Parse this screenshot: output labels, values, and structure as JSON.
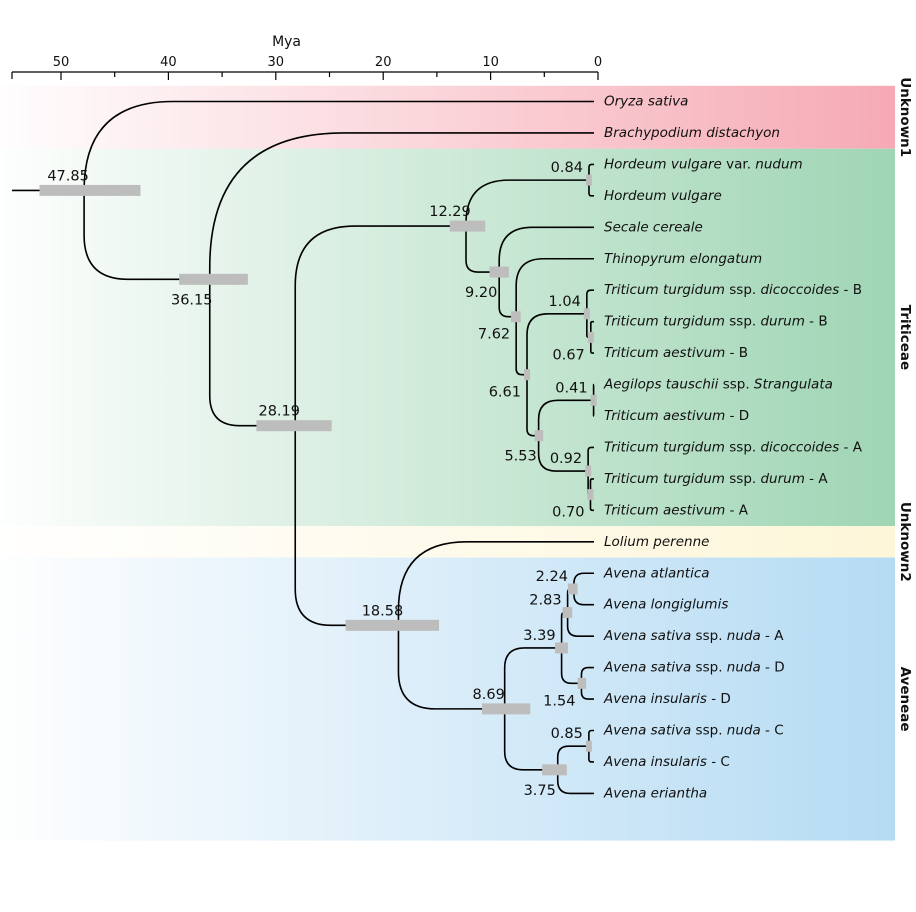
{
  "axis": {
    "title": "Mya",
    "ticks": [
      50,
      40,
      30,
      20,
      10,
      0
    ],
    "min": 0,
    "max": 54.6
  },
  "groups": [
    {
      "label": "Unknown1",
      "color": "#f6aab4",
      "fromTip": 0,
      "toTip": 1
    },
    {
      "label": "Triticeae",
      "color": "#9fd5b4",
      "fromTip": 2,
      "toTip": 13
    },
    {
      "label": "Unknown2",
      "color": "#fdf6d8",
      "fromTip": 14,
      "toTip": 14
    },
    {
      "label": "Aveneae",
      "color": "#b5dbf3",
      "fromTip": 15,
      "toTip": 23
    }
  ],
  "tips": [
    {
      "id": "t0",
      "label": [
        {
          "t": "Oryza sativa",
          "i": true
        }
      ]
    },
    {
      "id": "t1",
      "label": [
        {
          "t": "Brachypodium distachyon",
          "i": true
        }
      ]
    },
    {
      "id": "t2",
      "label": [
        {
          "t": "Hordeum vulgare",
          "i": true
        },
        {
          "t": " var. ",
          "i": false
        },
        {
          "t": "nudum",
          "i": true
        }
      ]
    },
    {
      "id": "t3",
      "label": [
        {
          "t": "Hordeum vulgare",
          "i": true
        }
      ]
    },
    {
      "id": "t4",
      "label": [
        {
          "t": "Secale cereale",
          "i": true
        }
      ]
    },
    {
      "id": "t5",
      "label": [
        {
          "t": "Thinopyrum elongatum",
          "i": true
        }
      ]
    },
    {
      "id": "t6",
      "label": [
        {
          "t": "Triticum turgidum",
          "i": true
        },
        {
          "t": " ssp. ",
          "i": false
        },
        {
          "t": "dicoccoides",
          "i": true
        },
        {
          "t": " - B",
          "i": false
        }
      ]
    },
    {
      "id": "t7",
      "label": [
        {
          "t": "Triticum turgidum",
          "i": true
        },
        {
          "t": " ssp. ",
          "i": false
        },
        {
          "t": "durum",
          "i": true
        },
        {
          "t": " - B",
          "i": false
        }
      ]
    },
    {
      "id": "t8",
      "label": [
        {
          "t": "Triticum aestivum",
          "i": true
        },
        {
          "t": " - B",
          "i": false
        }
      ]
    },
    {
      "id": "t9",
      "label": [
        {
          "t": "Aegilops tauschii",
          "i": true
        },
        {
          "t": " ssp. ",
          "i": false
        },
        {
          "t": "Strangulata",
          "i": true
        }
      ]
    },
    {
      "id": "t10",
      "label": [
        {
          "t": "Triticum aestivum",
          "i": true
        },
        {
          "t": " - D",
          "i": false
        }
      ]
    },
    {
      "id": "t11",
      "label": [
        {
          "t": "Triticum turgidum",
          "i": true
        },
        {
          "t": " ssp. ",
          "i": false
        },
        {
          "t": "dicoccoides",
          "i": true
        },
        {
          "t": " - A",
          "i": false
        }
      ]
    },
    {
      "id": "t12",
      "label": [
        {
          "t": "Triticum turgidum",
          "i": true
        },
        {
          "t": " ssp. ",
          "i": false
        },
        {
          "t": "durum",
          "i": true
        },
        {
          "t": " - A",
          "i": false
        }
      ]
    },
    {
      "id": "t13",
      "label": [
        {
          "t": "Triticum aestivum",
          "i": true
        },
        {
          "t": " - A",
          "i": false
        }
      ]
    },
    {
      "id": "t14",
      "label": [
        {
          "t": "Lolium perenne",
          "i": true
        }
      ]
    },
    {
      "id": "t15",
      "label": [
        {
          "t": "Avena atlantica",
          "i": true
        }
      ]
    },
    {
      "id": "t16",
      "label": [
        {
          "t": "Avena longiglumis",
          "i": true
        }
      ]
    },
    {
      "id": "t17",
      "label": [
        {
          "t": "Avena sativa",
          "i": true
        },
        {
          "t": " ssp. ",
          "i": false
        },
        {
          "t": "nuda",
          "i": true
        },
        {
          "t": " - A",
          "i": false
        }
      ]
    },
    {
      "id": "t18",
      "label": [
        {
          "t": "Avena sativa",
          "i": true
        },
        {
          "t": " ssp. ",
          "i": false
        },
        {
          "t": "nuda",
          "i": true
        },
        {
          "t": " - D",
          "i": false
        }
      ]
    },
    {
      "id": "t19",
      "label": [
        {
          "t": "Avena insularis",
          "i": true
        },
        {
          "t": " - D",
          "i": false
        }
      ]
    },
    {
      "id": "t20",
      "label": [
        {
          "t": "Avena sativa",
          "i": true
        },
        {
          "t": " ssp. ",
          "i": false
        },
        {
          "t": "nuda",
          "i": true
        },
        {
          "t": " - C",
          "i": false
        }
      ]
    },
    {
      "id": "t21",
      "label": [
        {
          "t": "Avena insularis",
          "i": true
        },
        {
          "t": " - C",
          "i": false
        }
      ]
    },
    {
      "id": "t22",
      "label": [
        {
          "t": "Avena eriantha",
          "i": true
        }
      ]
    }
  ],
  "nodes": [
    {
      "id": "root",
      "age": 47.85,
      "label": "47.85",
      "hpd": [
        52.0,
        42.6
      ],
      "children": [
        "t0",
        "n36"
      ],
      "labelPos": "above"
    },
    {
      "id": "n36",
      "age": 36.15,
      "label": "36.15",
      "hpd": [
        39.0,
        32.6
      ],
      "children": [
        "t1",
        "n28"
      ],
      "labelPos": "below"
    },
    {
      "id": "n28",
      "age": 28.19,
      "label": "28.19",
      "hpd": [
        31.8,
        24.8
      ],
      "children": [
        "n12",
        "n18"
      ],
      "labelPos": "above"
    },
    {
      "id": "n12",
      "age": 12.29,
      "label": "12.29",
      "hpd": [
        13.8,
        10.5
      ],
      "children": [
        "n084",
        "n920"
      ],
      "labelPos": "above"
    },
    {
      "id": "n084",
      "age": 0.84,
      "label": "0.84",
      "hpd": [
        1.0,
        0.6
      ],
      "children": [
        "t2",
        "t3"
      ],
      "labelPos": "left-above"
    },
    {
      "id": "n920",
      "age": 9.2,
      "label": "9.20",
      "hpd": [
        10.1,
        8.3
      ],
      "children": [
        "t4",
        "n762"
      ],
      "labelPos": "below"
    },
    {
      "id": "n762",
      "age": 7.62,
      "label": "7.62",
      "hpd": [
        8.1,
        7.2
      ],
      "children": [
        "n661",
        "t5"
      ],
      "labelPos": "left-below"
    },
    {
      "id": "n661",
      "age": 6.61,
      "label": "6.61",
      "hpd": [
        6.8,
        6.4
      ],
      "children": [
        "n104",
        "n553"
      ],
      "labelPos": "left-below"
    },
    {
      "id": "n104",
      "age": 1.04,
      "label": "1.04",
      "hpd": [
        1.2,
        0.9
      ],
      "children": [
        "t6",
        "n067"
      ],
      "labelPos": "left-above"
    },
    {
      "id": "n067",
      "age": 0.67,
      "label": "0.67",
      "hpd": [
        0.8,
        0.55
      ],
      "children": [
        "t7",
        "t8"
      ],
      "labelPos": "left-below"
    },
    {
      "id": "n553",
      "age": 5.53,
      "label": "5.53",
      "hpd": [
        5.9,
        5.1
      ],
      "children": [
        "n041",
        "n092"
      ],
      "labelPos": "below"
    },
    {
      "id": "n041",
      "age": 0.41,
      "label": "0.41",
      "hpd": [
        0.5,
        0.3
      ],
      "children": [
        "t9",
        "t10"
      ],
      "labelPos": "left-above"
    },
    {
      "id": "n092",
      "age": 0.92,
      "label": "0.92",
      "hpd": [
        1.1,
        0.8
      ],
      "children": [
        "t11",
        "n070"
      ],
      "labelPos": "left-above"
    },
    {
      "id": "n070",
      "age": 0.7,
      "label": "0.70",
      "hpd": [
        0.85,
        0.55
      ],
      "children": [
        "t12",
        "t13"
      ],
      "labelPos": "left-below"
    },
    {
      "id": "n18",
      "age": 18.58,
      "label": "18.58",
      "hpd": [
        23.5,
        14.8
      ],
      "children": [
        "t14",
        "n869"
      ],
      "labelPos": "above"
    },
    {
      "id": "n869",
      "age": 8.69,
      "label": "8.69",
      "hpd": [
        10.8,
        6.3
      ],
      "children": [
        "n339",
        "n375"
      ],
      "labelPos": "above"
    },
    {
      "id": "n339",
      "age": 3.39,
      "label": "3.39",
      "hpd": [
        4.0,
        2.8
      ],
      "children": [
        "n283",
        "n154"
      ],
      "labelPos": "left-above"
    },
    {
      "id": "n283",
      "age": 2.83,
      "label": "2.83",
      "hpd": [
        3.3,
        2.4
      ],
      "children": [
        "n224",
        "t17"
      ],
      "labelPos": "left-above"
    },
    {
      "id": "n224",
      "age": 2.24,
      "label": "2.24",
      "hpd": [
        2.8,
        1.9
      ],
      "children": [
        "t15",
        "t16"
      ],
      "labelPos": "left-above"
    },
    {
      "id": "n154",
      "age": 1.54,
      "label": "1.54",
      "hpd": [
        1.9,
        1.1
      ],
      "children": [
        "t18",
        "t19"
      ],
      "labelPos": "left-below"
    },
    {
      "id": "n375",
      "age": 3.75,
      "label": "3.75",
      "hpd": [
        5.2,
        2.9
      ],
      "children": [
        "n085",
        "t22"
      ],
      "labelPos": "below"
    },
    {
      "id": "n085",
      "age": 0.85,
      "label": "0.85",
      "hpd": [
        1.0,
        0.6
      ],
      "children": [
        "t20",
        "t21"
      ],
      "labelPos": "left-above"
    }
  ]
}
